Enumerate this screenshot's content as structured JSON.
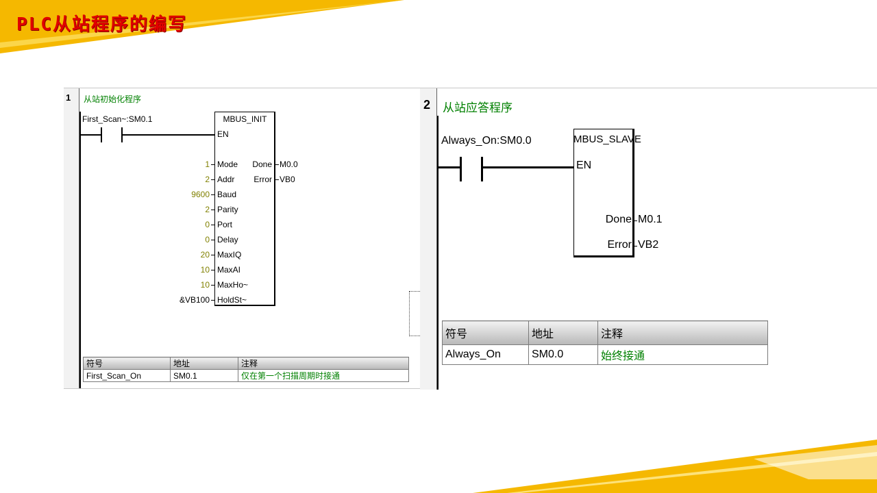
{
  "slide": {
    "title": "PLC从站程序的编写"
  },
  "colors": {
    "accent": "#f5b800",
    "title_red": "#e00000",
    "comment_green": "#008000",
    "param_olive": "#808000"
  },
  "network1": {
    "number": "1",
    "comment": "从站初始化程序",
    "contact": "First_Scan~:SM0.1",
    "block": {
      "name": "MBUS_INIT",
      "en": "EN",
      "inputs": [
        {
          "value": "1",
          "pin": "Mode"
        },
        {
          "value": "2",
          "pin": "Addr"
        },
        {
          "value": "9600",
          "pin": "Baud"
        },
        {
          "value": "2",
          "pin": "Parity"
        },
        {
          "value": "0",
          "pin": "Port"
        },
        {
          "value": "0",
          "pin": "Delay"
        },
        {
          "value": "20",
          "pin": "MaxIQ"
        },
        {
          "value": "10",
          "pin": "MaxAI"
        },
        {
          "value": "10",
          "pin": "MaxHo~"
        },
        {
          "value": "&VB100",
          "pin": "HoldSt~"
        }
      ],
      "outputs": [
        {
          "pin": "Done",
          "value": "M0.0"
        },
        {
          "pin": "Error",
          "value": "VB0"
        }
      ]
    },
    "symbol_table": {
      "headers": [
        "符号",
        "地址",
        "注释"
      ],
      "rows": [
        [
          "First_Scan_On",
          "SM0.1",
          "仅在第一个扫描周期时接通"
        ]
      ]
    }
  },
  "network2": {
    "number": "2",
    "comment": "从站应答程序",
    "contact": "Always_On:SM0.0",
    "block": {
      "name": "MBUS_SLAVE",
      "en": "EN",
      "outputs": [
        {
          "pin": "Done",
          "value": "M0.1"
        },
        {
          "pin": "Error",
          "value": "VB2"
        }
      ]
    },
    "symbol_table": {
      "headers": [
        "符号",
        "地址",
        "注释"
      ],
      "rows": [
        [
          "Always_On",
          "SM0.0",
          "始终接通"
        ]
      ]
    }
  }
}
